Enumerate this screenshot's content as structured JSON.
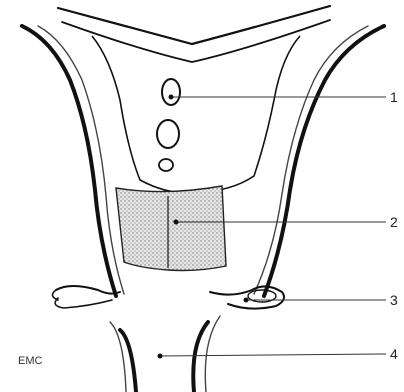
{
  "diagram": {
    "callouts": [
      {
        "label": "1"
      },
      {
        "label": "2"
      },
      {
        "label": "3"
      },
      {
        "label": "4"
      }
    ],
    "corner_label": "EMC"
  },
  "colors": {
    "outline": "#111111",
    "inner_line": "#444444",
    "shading": "#c8c8c8",
    "background": "#ffffff"
  }
}
